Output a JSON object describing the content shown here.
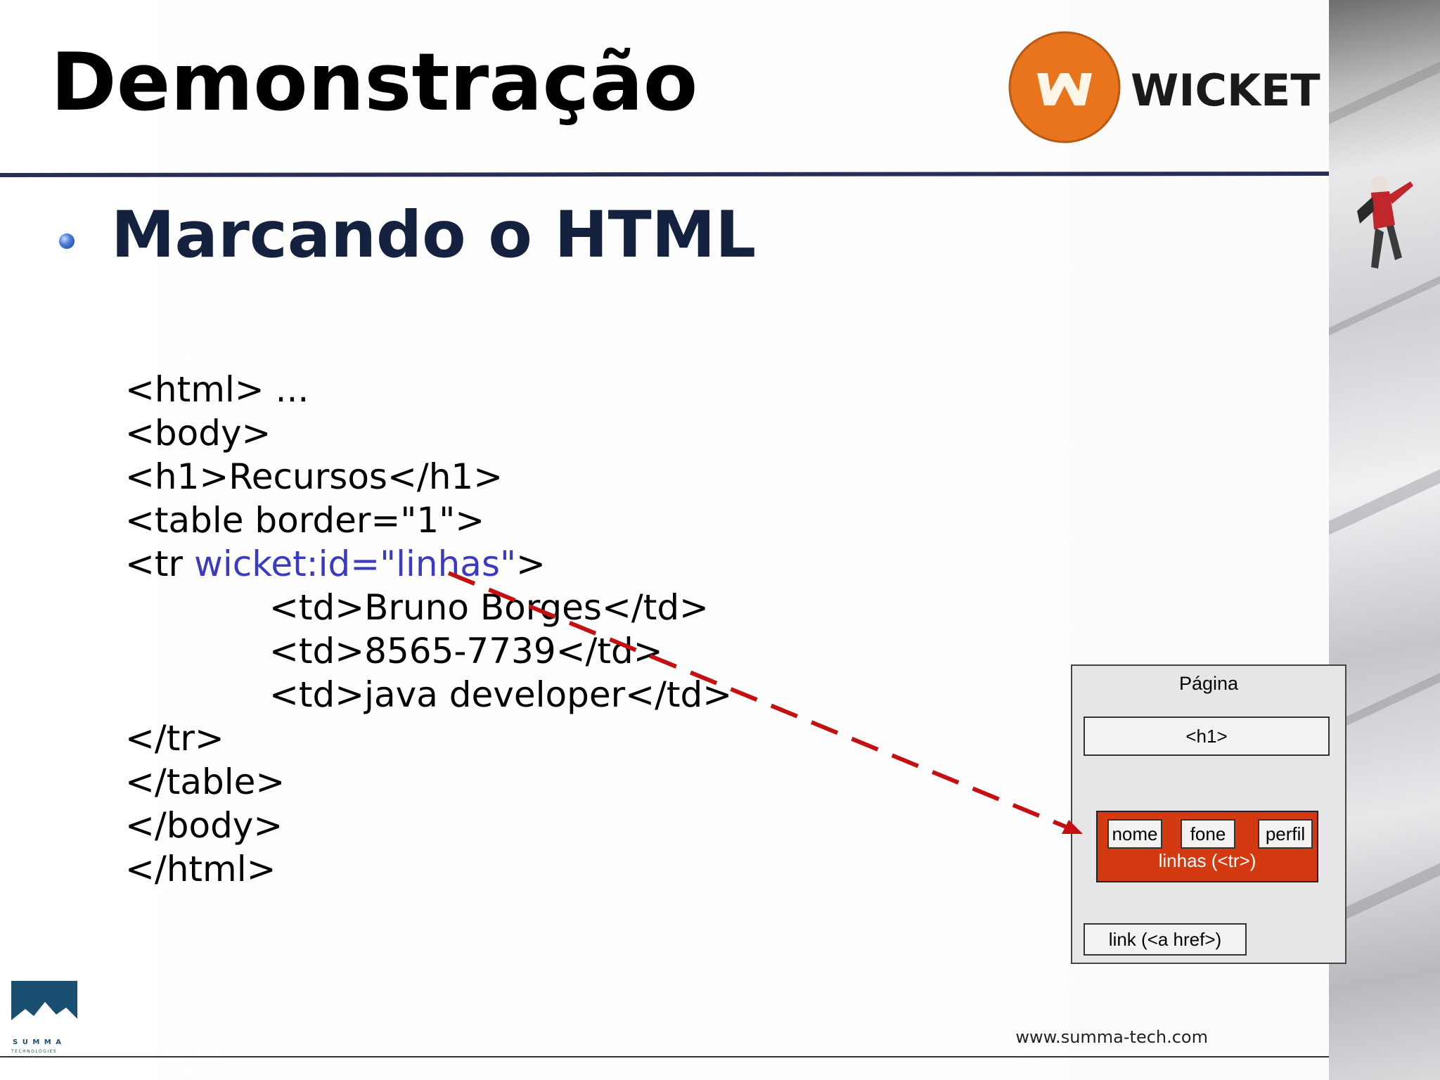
{
  "slide": {
    "title": "Demonstração",
    "subtitle": "Marcando o HTML",
    "footer_url": "www.summa-tech.com"
  },
  "code": {
    "lines": [
      {
        "text": "<html> ..."
      },
      {
        "text": "<body>"
      },
      {
        "text": "<h1>Recursos</h1>"
      },
      {
        "text": "<table border=\"1\">"
      },
      {
        "prefix": "<tr ",
        "attr": "wicket:id=\"linhas\"",
        "suffix": ">"
      },
      {
        "text": "<td>Bruno Borges</td>",
        "indent": true
      },
      {
        "text": "<td>8565-7739</td>",
        "indent": true
      },
      {
        "text": "<td>java developer</td>",
        "indent": true
      },
      {
        "text": "</tr>"
      },
      {
        "text": "</table>"
      },
      {
        "text": "</body>"
      },
      {
        "text": "</html>"
      }
    ]
  },
  "diagram": {
    "title": "Página",
    "h1_label": "<h1>",
    "cells": [
      "nome",
      "fone",
      "perfil"
    ],
    "rows_label": "linhas (<tr>)",
    "link_label": "link (<a href>)"
  },
  "logos": {
    "wicket_text": "WICKET",
    "summa_text": "SUMMA",
    "summa_sub": "TECHNOLOGIES"
  },
  "colors": {
    "accent_orange": "#e8741e",
    "rows_red": "#d43a12",
    "arrow_red": "#c41010",
    "title_rule": "#2a2e57",
    "attr_blue": "#3a3bc0"
  }
}
